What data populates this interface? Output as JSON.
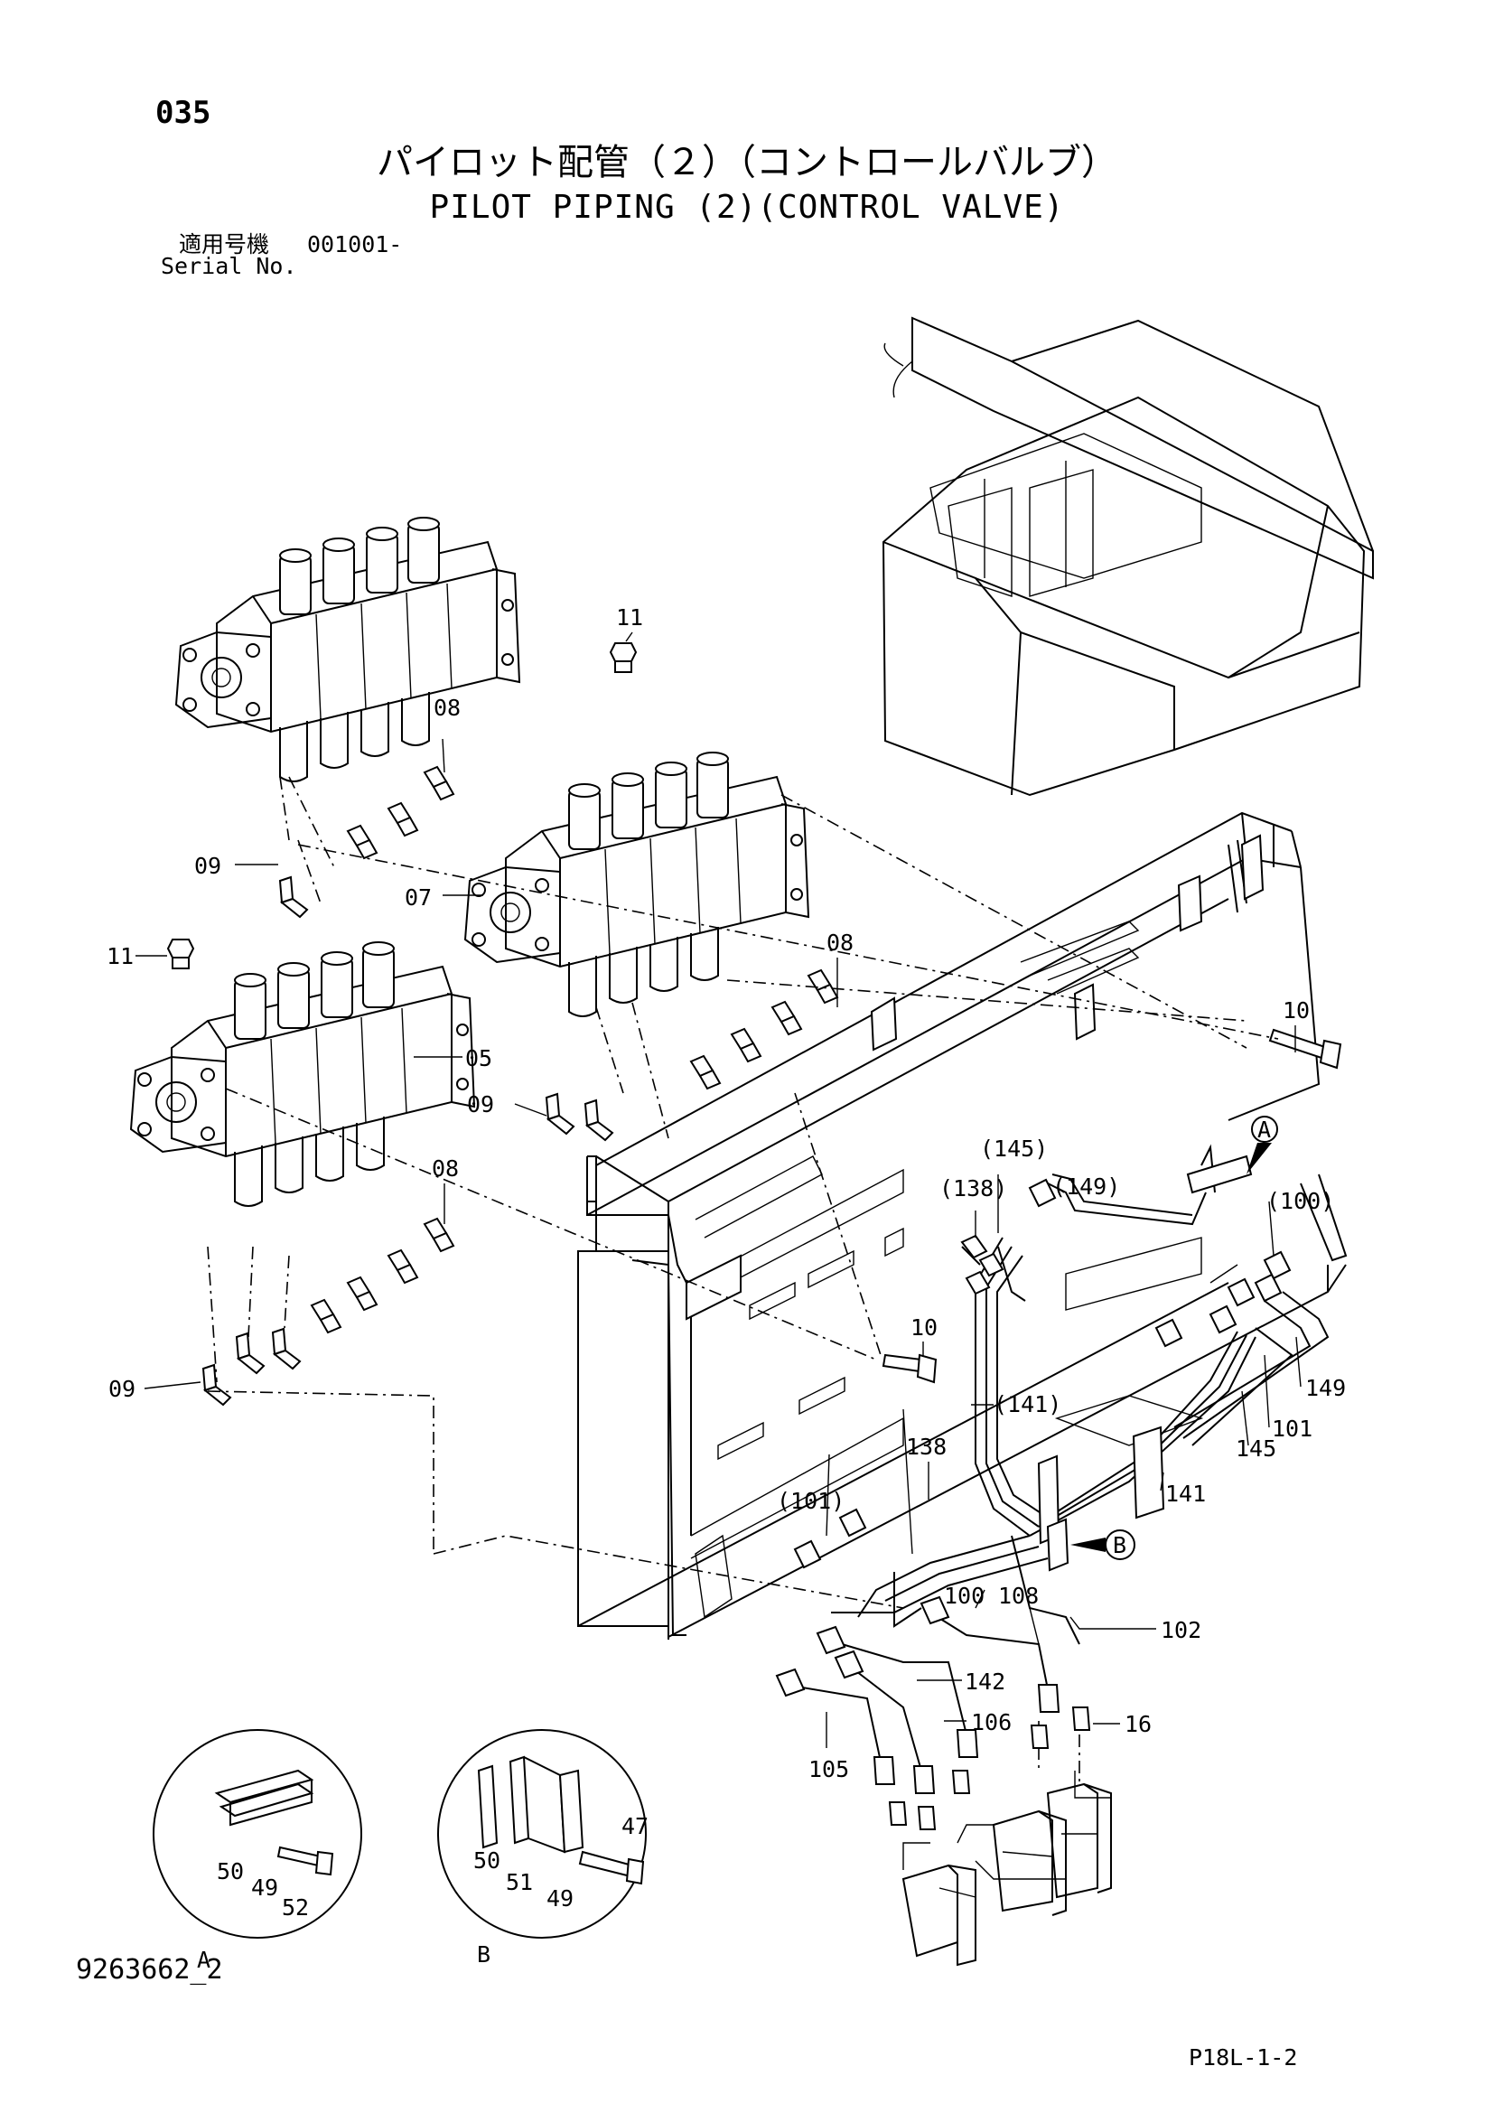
{
  "header": {
    "page_number": "035",
    "title_jp": "パイロット配管（２）（コントロールバルブ）",
    "title_en": "PILOT PIPING (2)(CONTROL VALVE)",
    "serial_label_jp": "適用号機",
    "serial_value": "001001-",
    "serial_label_en": "Serial No."
  },
  "footer": {
    "doc_code": "9263662_2",
    "sheet_code": "P18L-1-2"
  },
  "callouts": {
    "c11a": "11",
    "c08a": "08",
    "c09a": "09",
    "c07": "07",
    "c08b": "08",
    "c11b": "11",
    "c05": "05",
    "c09b": "09",
    "c08c": "08",
    "c09c": "09",
    "c10a": "10",
    "c10b": "10",
    "c145p": "(145)",
    "c138p": "(138)",
    "c149p": "(149)",
    "c100p": "(100)",
    "c141p": "(141)",
    "c149": "149",
    "c101": "101",
    "c145": "145",
    "c141": "141",
    "c138": "138",
    "c101p": "(101)",
    "c100": "100",
    "c108": "108",
    "c102": "102",
    "c142": "142",
    "c106": "106",
    "c16": "16",
    "c105": "105",
    "c50a": "50",
    "c49a": "49",
    "c52": "52",
    "c50b": "50",
    "c51": "51",
    "c49b": "49",
    "c47": "47"
  },
  "view_markers": {
    "a": "A",
    "b": "B",
    "detail_a": "A",
    "detail_b": "B"
  }
}
